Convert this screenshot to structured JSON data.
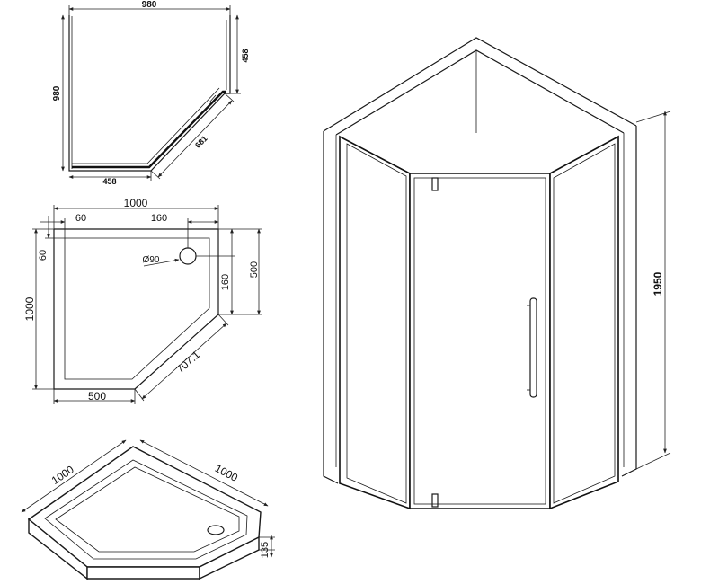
{
  "top_view": {
    "width": "980",
    "depth": "980",
    "side_right": "458",
    "side_bottom": "458",
    "diagonal": "681"
  },
  "tray_plan": {
    "width": "1000",
    "depth": "1000",
    "offset_x": "60",
    "drain_x": "160",
    "offset_y": "60",
    "drain_y": "160",
    "side_right": "500",
    "side_bottom": "500",
    "diagonal": "707.1",
    "drain_diameter": "Ø90"
  },
  "tray_iso": {
    "left_side": "1000",
    "right_side": "1000",
    "height": "135"
  },
  "enclosure": {
    "height": "1950"
  }
}
